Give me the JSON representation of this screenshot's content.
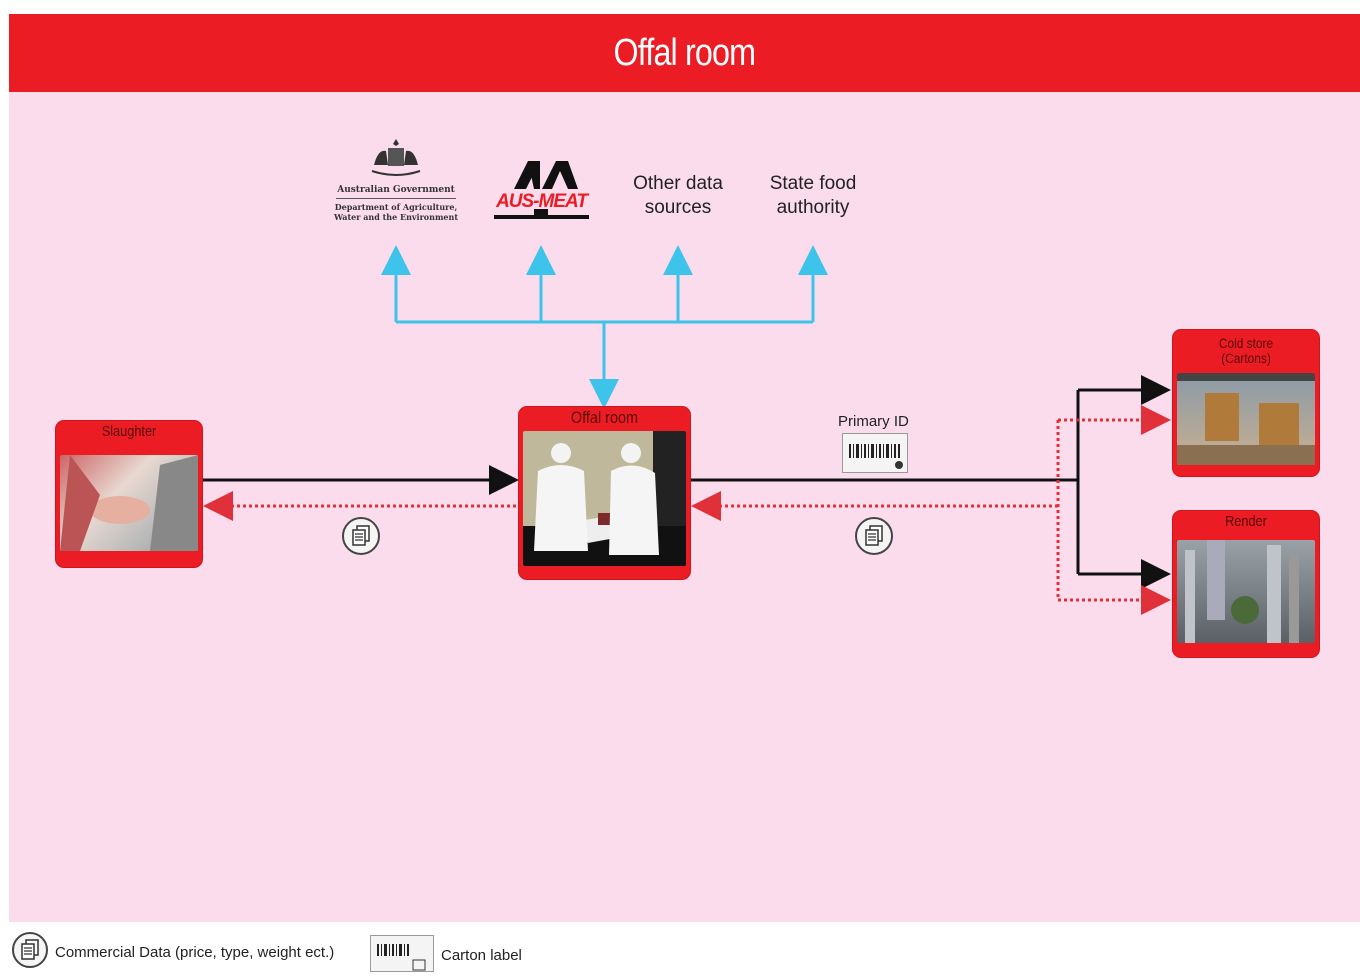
{
  "header": {
    "title": "Offal room"
  },
  "authorities": {
    "gov_line1": "Australian Government",
    "gov_line2": "Department of Agriculture,",
    "gov_line3": "Water and the Environment",
    "ausmeat": "AUS-MEAT",
    "other": [
      "Other data",
      "sources"
    ],
    "state": [
      "State food",
      "authority"
    ]
  },
  "nodes": {
    "slaughter": "Slaughter",
    "offal": "Offal room",
    "cold_store": [
      "Cold store",
      "(Cartons)"
    ],
    "render": "Render"
  },
  "labels": {
    "primary_id": "Primary ID"
  },
  "legend": {
    "commercial": "Commercial Data (price, type, weight ect.)",
    "carton": "Carton label"
  },
  "colors": {
    "banner": "#ec1c24",
    "background": "#fbdcec",
    "data_flow": "#3ec4ea",
    "product_flow": "#111111",
    "info_flow": "#e0303a"
  },
  "icons": {
    "document": "document-icon",
    "barcode": "barcode-icon"
  }
}
